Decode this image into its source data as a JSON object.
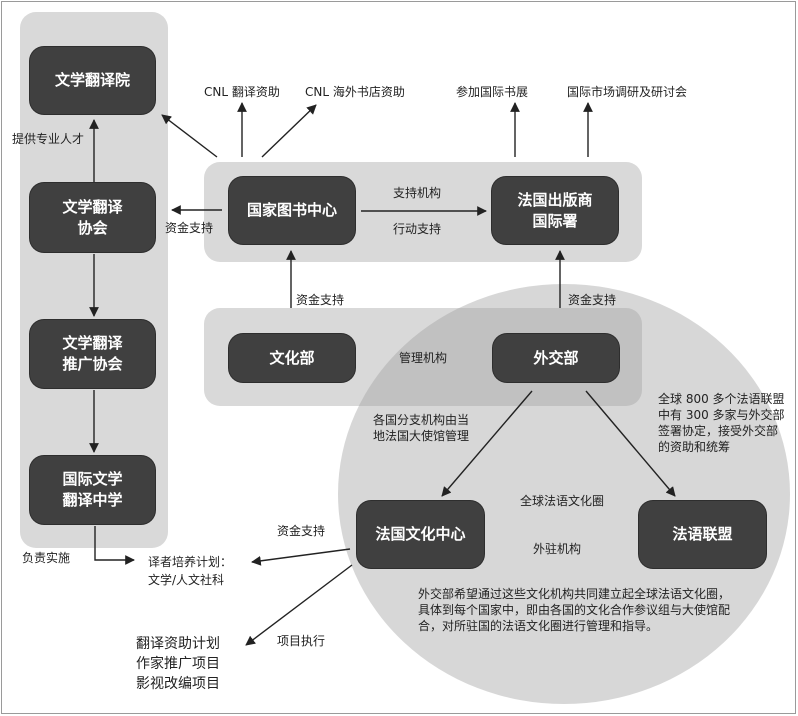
{
  "nodes": {
    "literary_translation_institute": "文学翻译院",
    "literary_translation_association": "文学翻译\n协会",
    "translation_promotion_association": "文学翻译\n推广协会",
    "intl_translation_school": "国际文学\n翻译中学",
    "national_book_center": "国家图书中心",
    "french_publishers_bureau": "法国出版商\n国际署",
    "ministry_of_culture": "文化部",
    "ministry_of_foreign_affairs": "外交部",
    "french_cultural_center": "法国文化中心",
    "alliance_francaise": "法语联盟"
  },
  "labels": {
    "cnl_translation_grant": "CNL 翻译资助",
    "cnl_overseas_bookstore_grant": "CNL 海外书店资助",
    "intl_book_fairs": "参加国际书展",
    "intl_market_research": "国际市场调研及研讨会",
    "provide_talent": "提供专业人才",
    "funding_support_left": "资金支持",
    "support_agency": "支持机构",
    "action_support": "行动支持",
    "funding_support_culture": "资金支持",
    "funding_support_foreign": "资金支持",
    "management_agency": "管理机构",
    "branch_management": "各国分支机构由当\n地法国大使馆管理",
    "alliance_note": "全球 800 多个法语联盟\n中有 300 多家与外交部\n签署协定，接受外交部\n的资助和统筹",
    "global_francophone_circle": "全球法语文化圈",
    "overseas_agency": "外驻机构",
    "funding_support_center": "资金支持",
    "responsible_implementation": "负责实施",
    "translator_training_plan": "译者培养计划：\n文学/人文社科",
    "project_execution": "项目执行",
    "projects_list": "翻译资助计划\n作家推广项目\n影视改编项目",
    "circle_description": "外交部希望通过这些文化机构共同建立起全球法语文化圈，\n具体到每个国家中，即由各国的文化合作参议组与大使馆配\n合，对所驻国的法语文化圈进行管理和指导。"
  },
  "colors": {
    "node_fill": "#404040",
    "panel_fill": "#d9d9d9",
    "circle_fill": "#a0a0a0",
    "arrow": "#222222"
  }
}
